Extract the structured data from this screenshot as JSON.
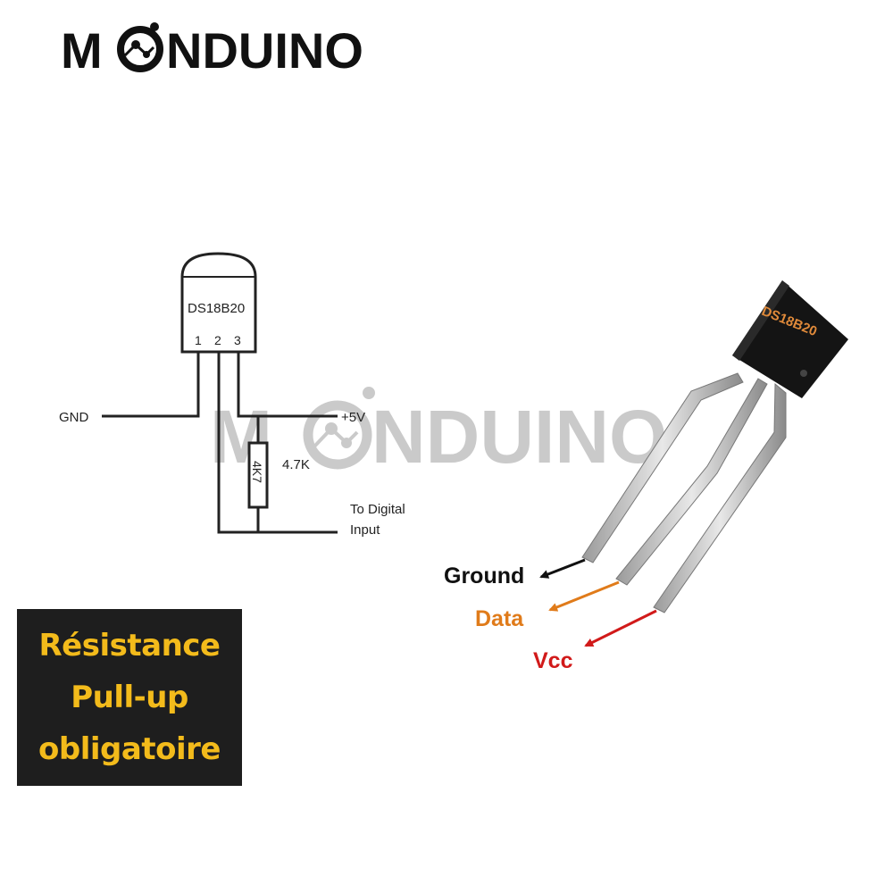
{
  "brand": {
    "logo_text_before": "M",
    "logo_text_after": "NDUINO",
    "watermark_text_before": "M",
    "watermark_text_after": "NDUINO"
  },
  "schematic": {
    "component_label": "DS18B20",
    "pin_1": "1",
    "pin_2": "2",
    "pin_3": "3",
    "gnd_label": "GND",
    "vcc_label": "+5V",
    "resistor_code": "4K7",
    "resistor_value": "4.7K",
    "digital_line_1": "To Digital",
    "digital_line_2": "Input"
  },
  "component": {
    "package_marking": "DS18B20",
    "callouts": [
      {
        "label": "Ground",
        "color": "#111111"
      },
      {
        "label": "Data",
        "color": "#e07b1a"
      },
      {
        "label": "Vcc",
        "color": "#d11a1a"
      }
    ]
  },
  "note": {
    "line_1": "Résistance",
    "line_2": "Pull-up",
    "line_3": "obligatoire",
    "background": "#1e1e1e",
    "text_color": "#f3bb1b"
  }
}
